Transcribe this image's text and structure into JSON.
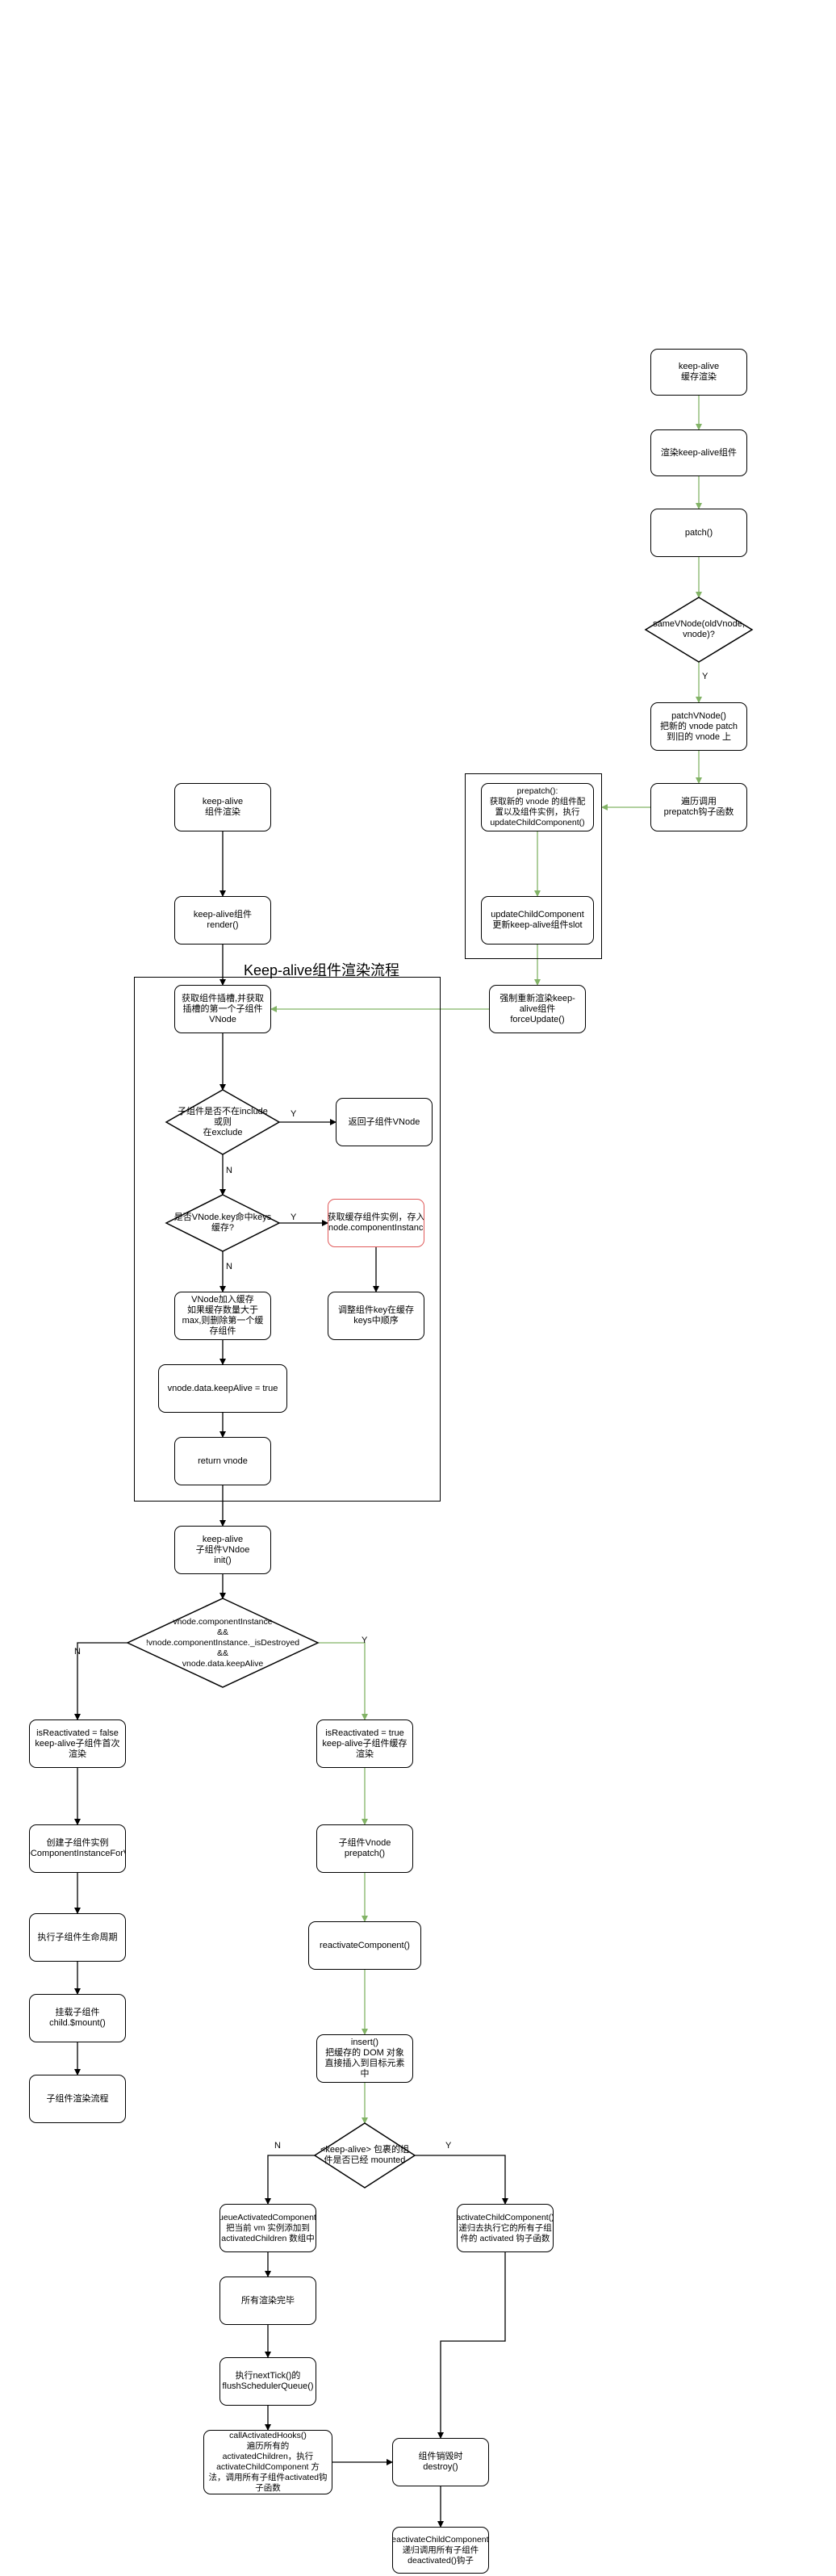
{
  "diagram": {
    "title": "Keep-alive组件渲染流程",
    "colors": {
      "black_edge": "#000000",
      "green_edge": "#82b366",
      "red_border": "#e05a5a"
    },
    "nodes": {
      "ka_cache_render": "keep-alive\n缓存渲染",
      "render_ka_comp": "渲染keep-alive组件",
      "patch": "patch()",
      "same_vnode": "sameVNode(oldVnode,\nvnode)?",
      "patch_vnode": "patchVNode()\n把新的 vnode patch\n到旧的 vnode 上",
      "traverse_prepatch": "遍历调用\nprepatch钩子函数",
      "prepatch": "prepatch():\n获取新的 vnode 的组件配\n置以及组件实例，执行\nupdateChildComponent()",
      "update_child": "updateChildComponent\n更新keep-alive组件slot",
      "force_update": "强制重新渲染keep-\nalive组件\nforceUpdate()",
      "ka_first_render": "keep-alive\n组件渲染",
      "ka_render_fn": "keep-alive组件\nrender()",
      "get_slot": "获取组件插槽,并获取\n插槽的第一个子组件\nVNode",
      "check_include": "子组件是否不在include\n或则\n在exclude",
      "return_child": "返回子组件VNode",
      "check_cache": "是否VNode.key命中keys\n缓存?",
      "get_cached": "获取缓存组件实例，存入\nvnode.componentInstance",
      "add_cache": "VNode加入缓存\n如果缓存数量大于\nmax,则删除第一个缓\n存组件",
      "adjust_key": "调整组件key在缓存\nkeys中顺序",
      "set_keepalive": "vnode.data.keepAlive = true",
      "return_vnode": "return vnode",
      "child_init": "keep-alive\n子组件VNdoe\ninit()",
      "check_instance": "vnode.componentInstance\n&&\n!vnode.componentInstance._isDestroyed\n&&\nvnode.data.keepAlive",
      "is_react_false": "isReactivated  = false\nkeep-alive子组件首次\n渲染",
      "is_react_true": "isReactivated  = true\nkeep-alive子组件缓存\n渲染",
      "create_instance": "创建子组件实例\ncreateComponentInstanceForVnode",
      "run_lifecycle": "执行子组件生命周期",
      "mount_child": "挂载子组件\nchild.$mount()",
      "child_flow": "子组件渲染流程",
      "child_prepatch": "子组件Vnode\nprepatch()",
      "reactivate": "reactivateComponent()",
      "insert": "insert()\n把缓存的 DOM 对象\n直接插入到目标元素\n中",
      "check_mounted": "<keep-alive> 包裹的组\n件是否已经 mounted",
      "queue_activated": "queueActivatedComponent()\n把当前 vm 实例添加到\nactivatedChildren 数组中",
      "activate_child": "activateChildComponent()\n递归去执行它的所有子组\n件的 activated 钩子函数",
      "all_rendered": "所有渲染完毕",
      "next_tick": "执行nextTick()的\nflushSchedulerQueue()",
      "call_hooks": "callActivatedHooks()\n遍历所有的\nactivatedChildren，执行\nactivateChildComponent 方\n法，调用所有子组件activated钩\n子函数",
      "destroy": "组件销毁时\ndestroy()",
      "deactivate_child": "deactivateChildComponent()\n递归调用所有子组件\ndeactivated()钩子"
    },
    "edge_labels": {
      "same_yes": "Y",
      "include_yes": "Y",
      "include_no": "N",
      "cache_yes": "Y",
      "cache_no": "N",
      "instance_yes": "Y",
      "instance_no": "N",
      "mounted_yes": "Y",
      "mounted_no": "N"
    }
  }
}
